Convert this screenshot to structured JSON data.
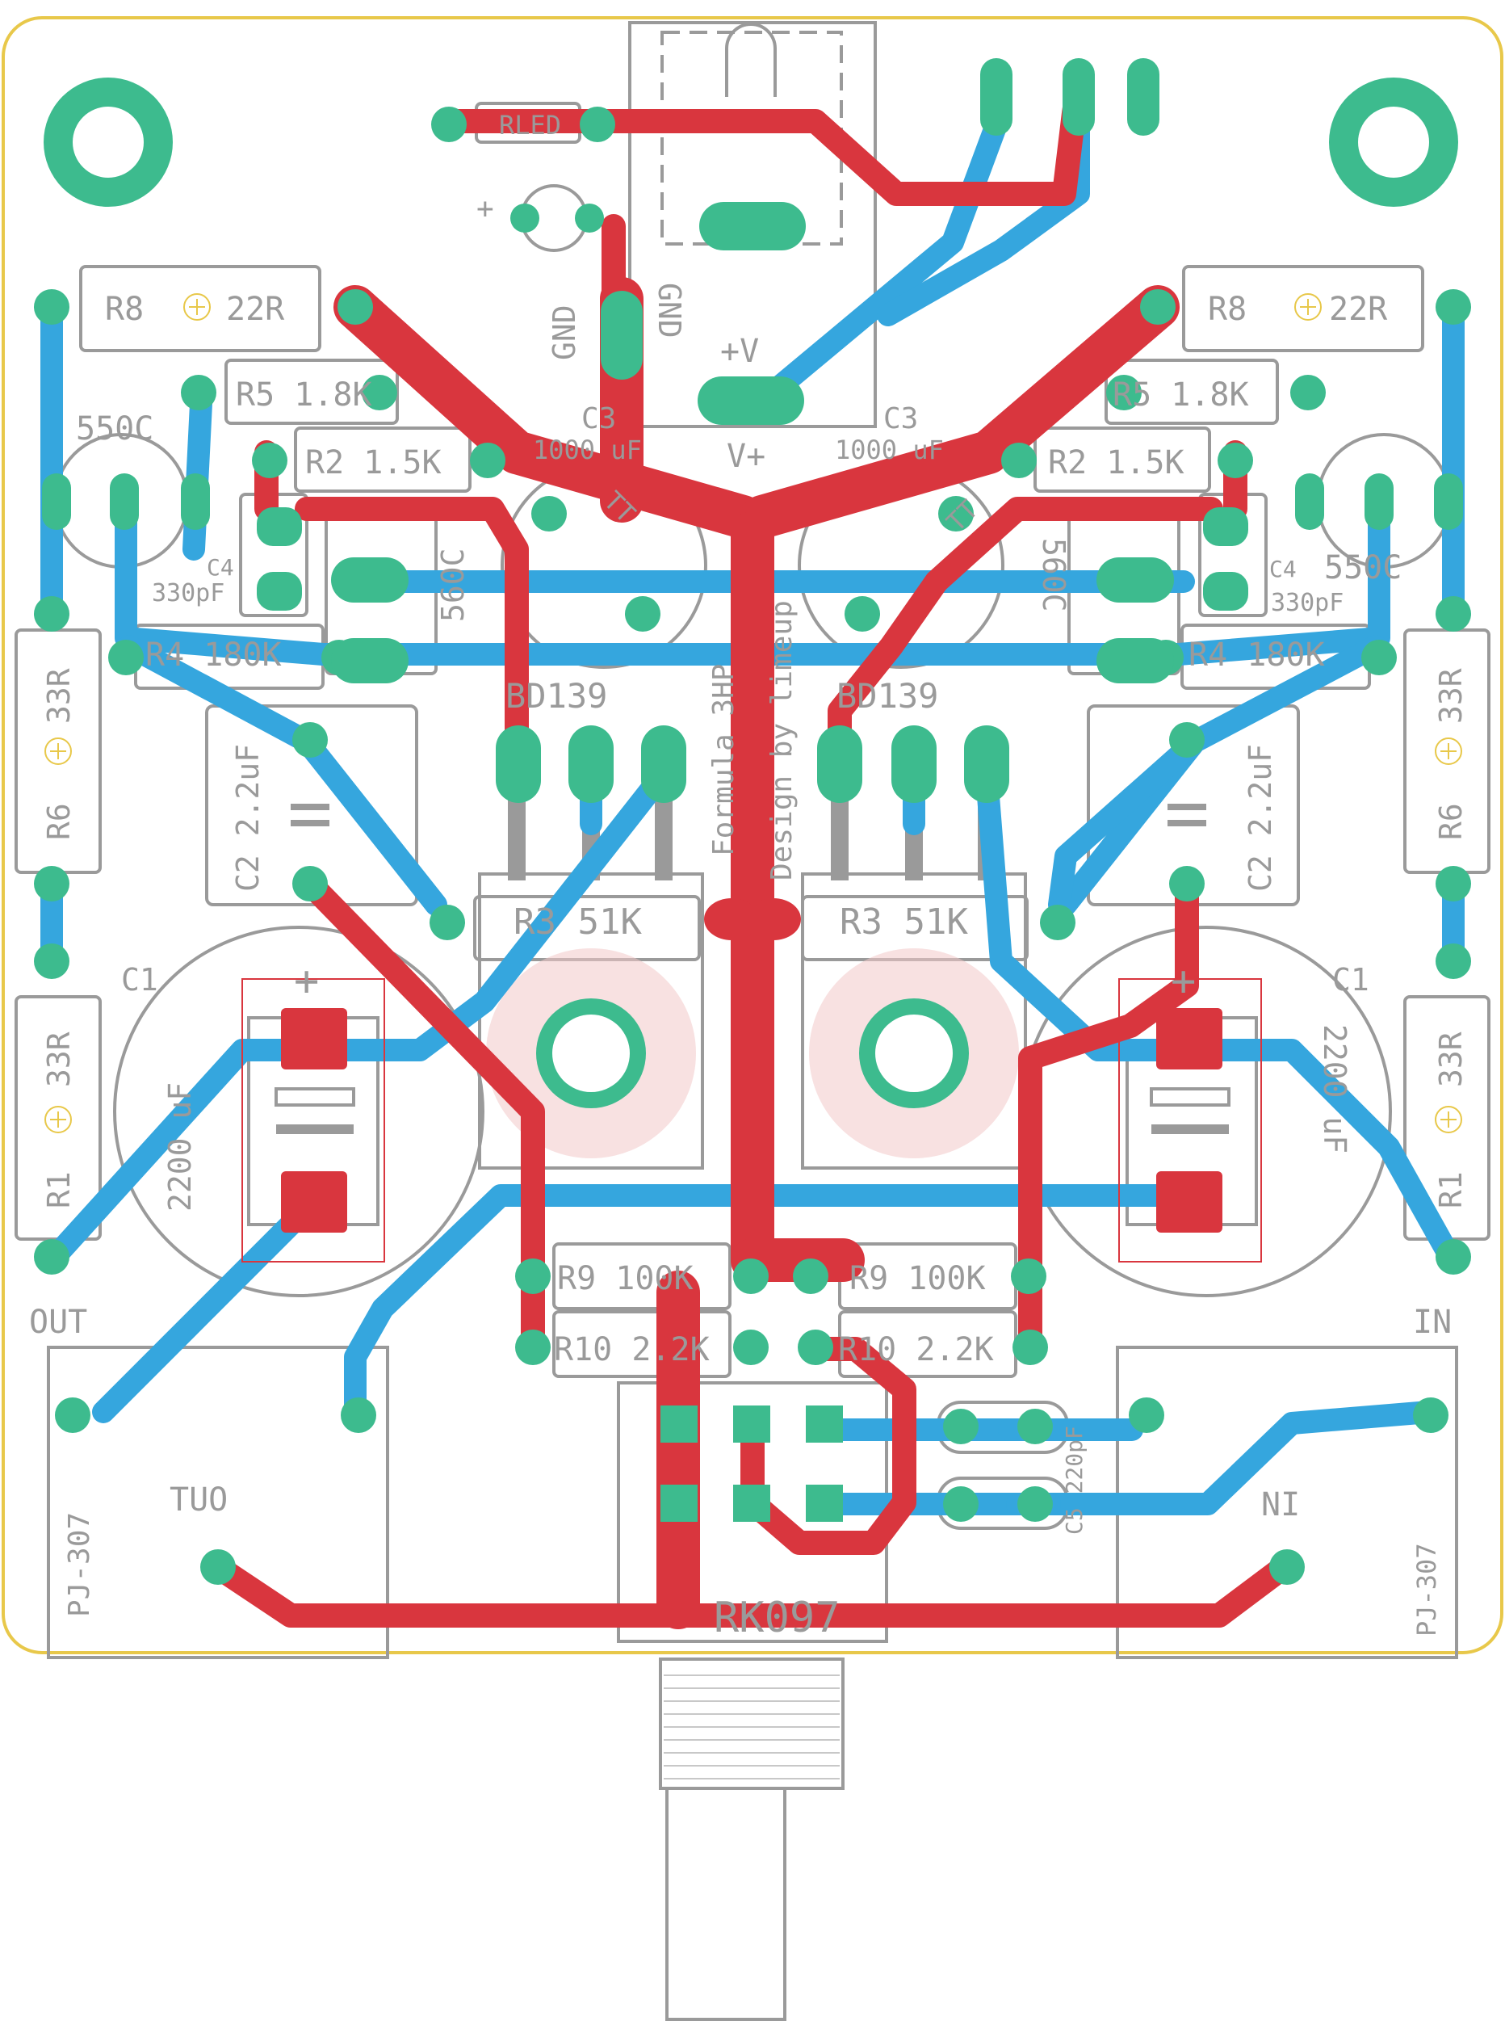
{
  "colors": {
    "board_outline": "#e8c84a",
    "top_copper": "#d9363e",
    "bottom_copper": "#35a6de",
    "pad": "#3dbb8e",
    "silkscreen": "#9a9a9a",
    "fab": "#c8c8c8",
    "pot_fill": "#f3c8c8"
  },
  "labels": {
    "r8_left": "R8",
    "r8_left_val": "22R",
    "r8_right": "R8",
    "r8_right_val": "22R",
    "r5_left": "R5 1.8K",
    "r5_right": "R5 1.8K",
    "r2_left": "R2 1.5K",
    "r2_right": "R2 1.5K",
    "r4_left": "R4 180K",
    "r4_right": "R4 180K",
    "r3_left": "R3 51K",
    "r3_right": "R3 51K",
    "r9_left": "R9 100K",
    "r9_right": "R9 100K",
    "r10_left": "R10 2.2K",
    "r10_right": "R10 2.2K",
    "r6_left": "R6",
    "r6_left_val": "33R",
    "r6_right": "R6",
    "r6_right_val": "33R",
    "r1_left": "R1",
    "r1_left_val": "33R",
    "r1_right": "R1",
    "r1_right_val": "33R",
    "c1_left": "C1",
    "c1_right": "C1",
    "c1_val_left": "2200 uF",
    "c1_val_right": "2200 uF",
    "c2_left": "C2 2.2uF",
    "c2_right": "C2 2.2uF",
    "c3_left": "C3",
    "c3_right": "C3",
    "c3_val_left": "1000 uF",
    "c3_val_right": "1000 uF",
    "c4_left": "C4",
    "c4_right": "C4",
    "c4_val_left": "330pF",
    "c4_val_right": "330pF",
    "c5": "C5 220pF",
    "q550_left": "550C",
    "q550_right": "550C",
    "q560_left": "560C",
    "q560_right": "560C",
    "bd139_left": "BD139",
    "bd139_right": "BD139",
    "rled": "RLED",
    "gnd1": "GND",
    "gnd2": "GND",
    "vplus_a": "+V",
    "vplus_b": "V+",
    "out": "OUT",
    "out_mirror": "TUO",
    "in": "IN",
    "in_mirror": "NI",
    "pj_left": "PJ-307",
    "pj_right": "PJ-307",
    "pot": "RK097",
    "title_line1": "Formula 3HP",
    "title_line2": "Design by limeup",
    "led_plus": "+",
    "pad_plus": "+",
    "c1_plus_left": "+",
    "c1_plus_right": "+",
    "tt_left": "TT",
    "tt_right": "TT"
  }
}
